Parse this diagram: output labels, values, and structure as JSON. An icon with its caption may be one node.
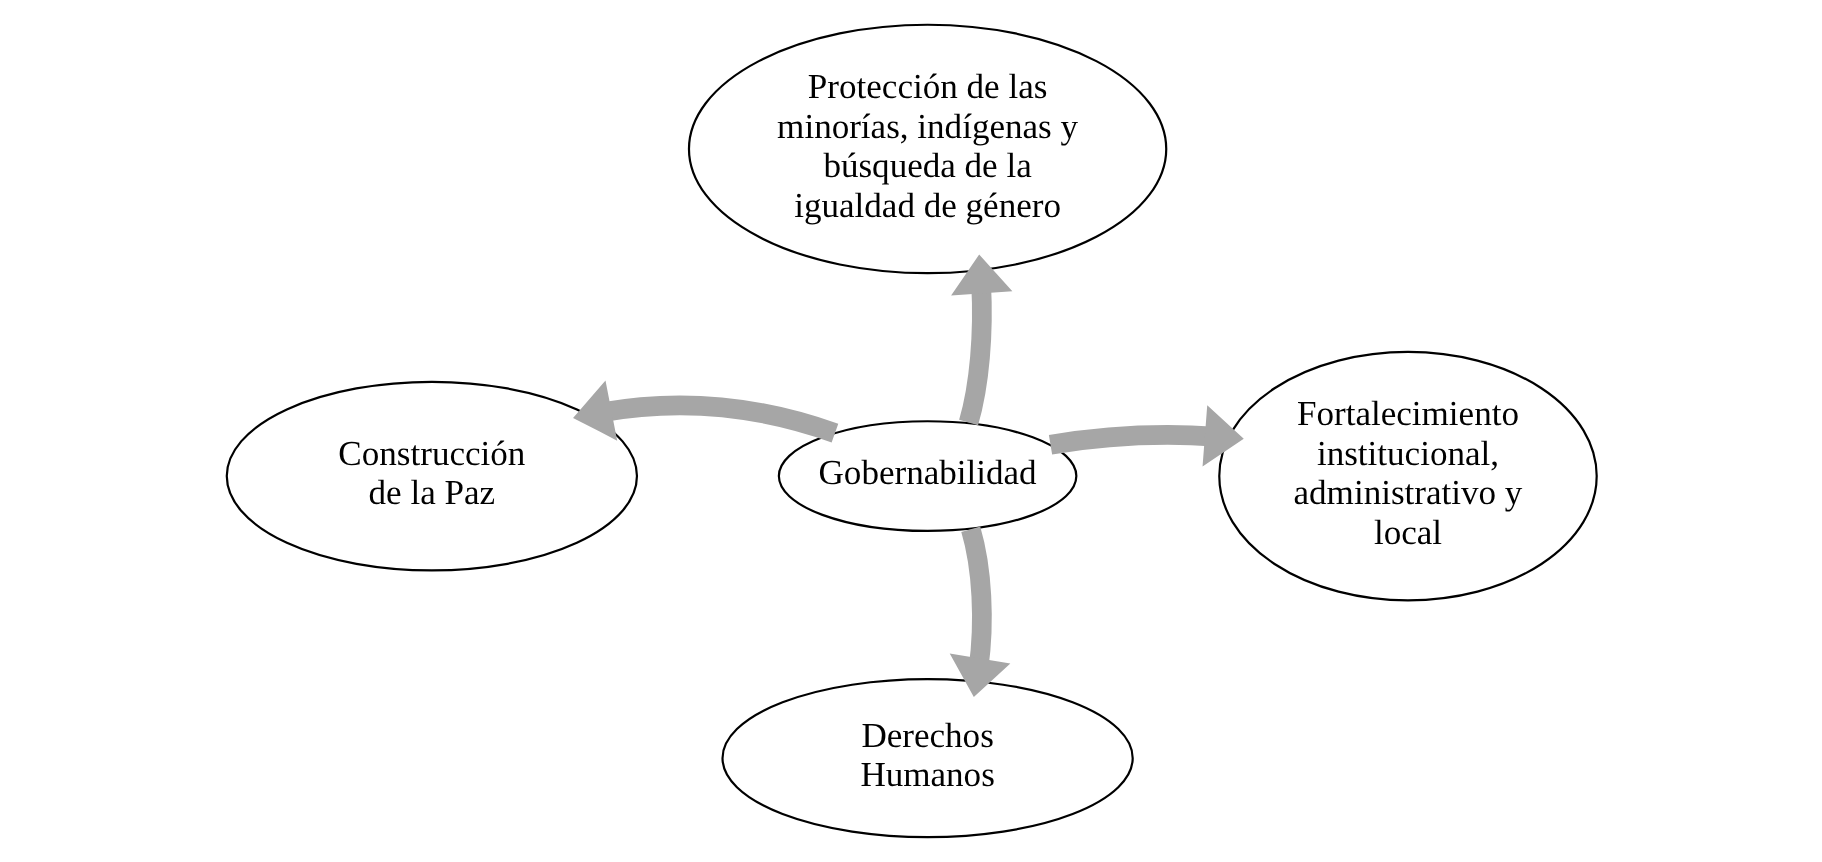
{
  "diagram": {
    "nodes": [
      {
        "text": [
          "Gobernabilidad"
        ]
      },
      {
        "text": [
          "Protección de las minorías, indígenas y búsqueda de la igualdad de género"
        ]
      },
      {
        "text": [
          "Construcción de la Paz"
        ]
      },
      {
        "text": [
          "Fortalecimiento institucional, administrativo y local"
        ]
      },
      {
        "text": [
          "Derechos Humanos"
        ]
      }
    ],
    "edges": [
      {
        "from": 0,
        "to": 1,
        "arrow": "to"
      },
      {
        "from": 0,
        "to": 2,
        "arrow": "to"
      },
      {
        "from": 0,
        "to": 3,
        "arrow": "to"
      },
      {
        "from": 0,
        "to": 4,
        "arrow": "to"
      }
    ]
  }
}
